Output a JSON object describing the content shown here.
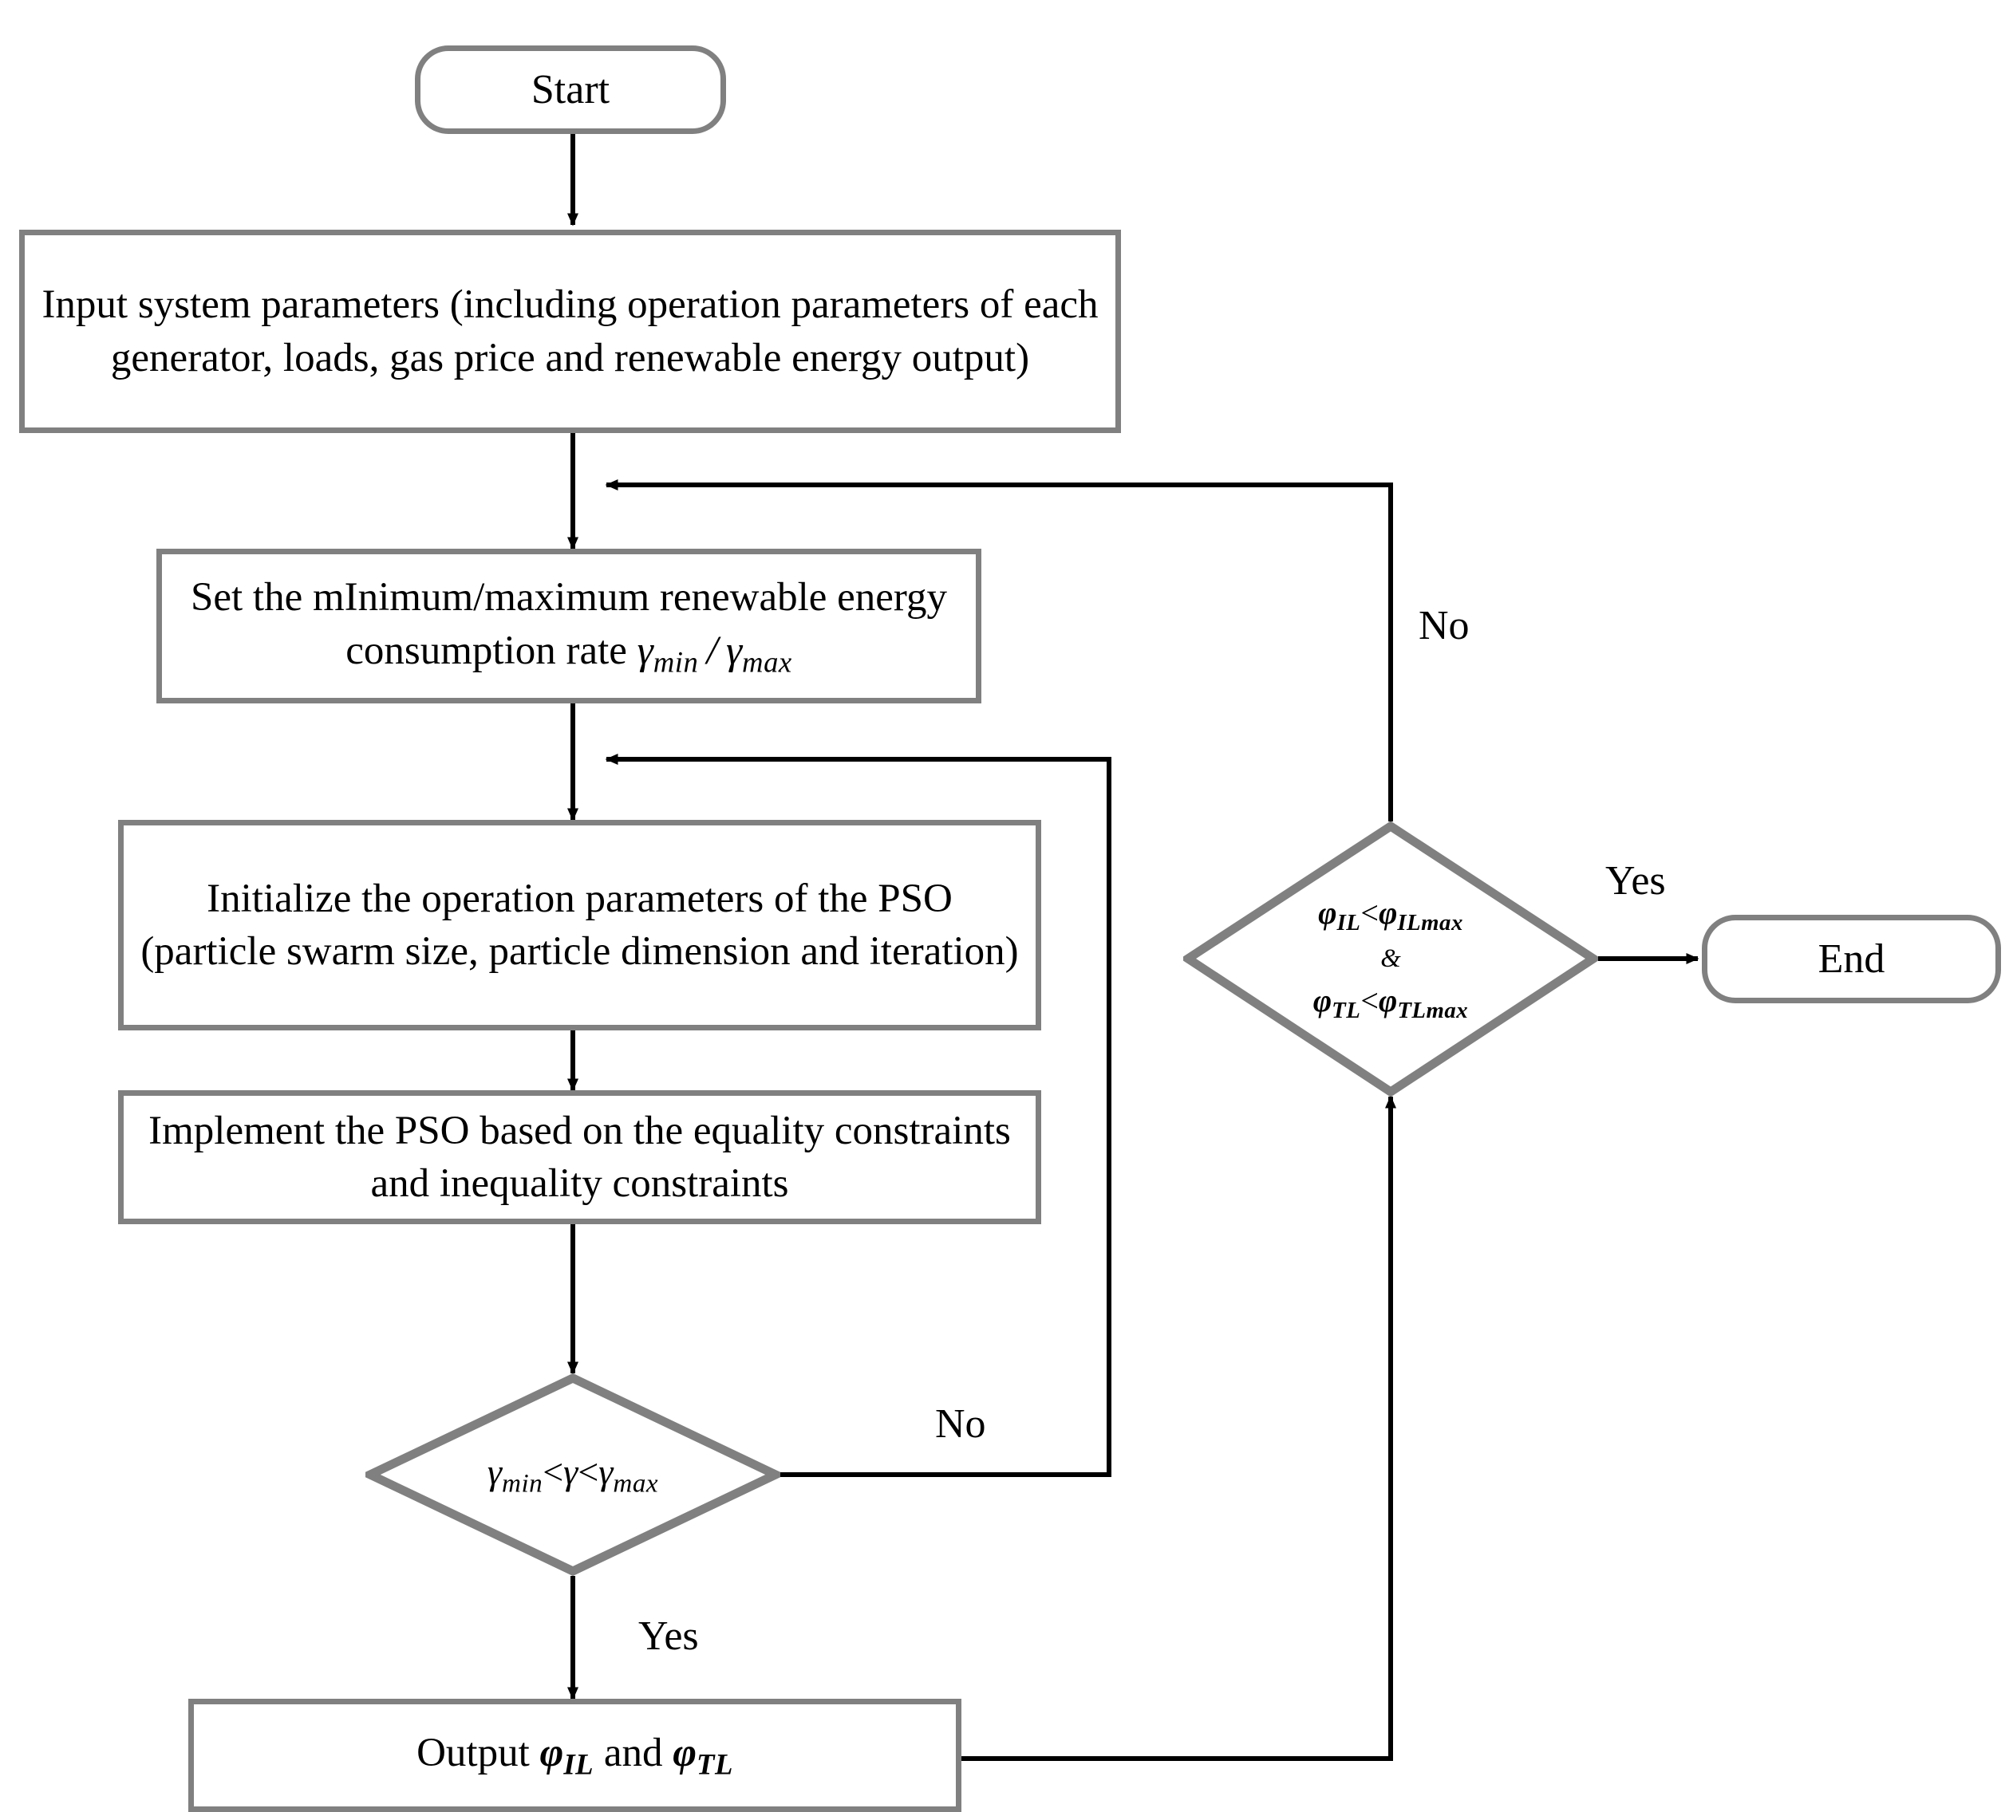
{
  "diagram": {
    "type": "flowchart",
    "title": "PSO-based renewable energy consumption optimization flowchart",
    "colors": {
      "node_border": "#808080",
      "node_fill": "#ffffff",
      "connector": "#000000",
      "text": "#000000"
    },
    "nodes": [
      {
        "id": "start",
        "shape": "terminator",
        "label": "Start"
      },
      {
        "id": "input",
        "shape": "process",
        "label": "Input system parameters (including operation parameters of each generator, loads, gas price and renewable energy output)"
      },
      {
        "id": "set_rate",
        "shape": "process",
        "label_prefix": "Set the mInimum/maximum renewable energy consumption rate ",
        "label_math": "γmin / γmax"
      },
      {
        "id": "init_pso",
        "shape": "process",
        "label": "Initialize the operation parameters of the PSO (particle swarm size, particle dimension and iteration)"
      },
      {
        "id": "run_pso",
        "shape": "process",
        "label": "Implement the PSO based on the equality constraints and inequality constraints"
      },
      {
        "id": "gamma_check",
        "shape": "decision",
        "label": "γmin < γ < γmax"
      },
      {
        "id": "output",
        "shape": "process",
        "label_prefix": "Output ",
        "label_math": "φIL and φTL"
      },
      {
        "id": "phi_check",
        "shape": "decision",
        "line1": "φIL<φILmax",
        "line2": "&",
        "line3": "φTL<φTLmax"
      },
      {
        "id": "end",
        "shape": "terminator",
        "label": "End"
      }
    ],
    "edge_labels": {
      "gamma_no": "No",
      "gamma_yes": "Yes",
      "phi_no": "No",
      "phi_yes": "Yes"
    },
    "edges": [
      {
        "from": "start",
        "to": "input",
        "label": ""
      },
      {
        "from": "input",
        "to": "set_rate",
        "label": ""
      },
      {
        "from": "set_rate",
        "to": "init_pso",
        "label": ""
      },
      {
        "from": "init_pso",
        "to": "run_pso",
        "label": ""
      },
      {
        "from": "run_pso",
        "to": "gamma_check",
        "label": ""
      },
      {
        "from": "gamma_check",
        "to": "init_pso",
        "label": "No"
      },
      {
        "from": "gamma_check",
        "to": "output",
        "label": "Yes"
      },
      {
        "from": "output",
        "to": "phi_check",
        "label": ""
      },
      {
        "from": "phi_check",
        "to": "set_rate",
        "label": "No"
      },
      {
        "from": "phi_check",
        "to": "end",
        "label": "Yes"
      }
    ]
  },
  "math": {
    "gamma": "γ",
    "phi": "φ",
    "lt": "<",
    "amp": "&",
    "sub_min": "min",
    "sub_max": "max",
    "sub_IL": "IL",
    "sub_TL": "TL",
    "sub_ILmax": "ILmax",
    "sub_TLmax": "TLmax"
  }
}
